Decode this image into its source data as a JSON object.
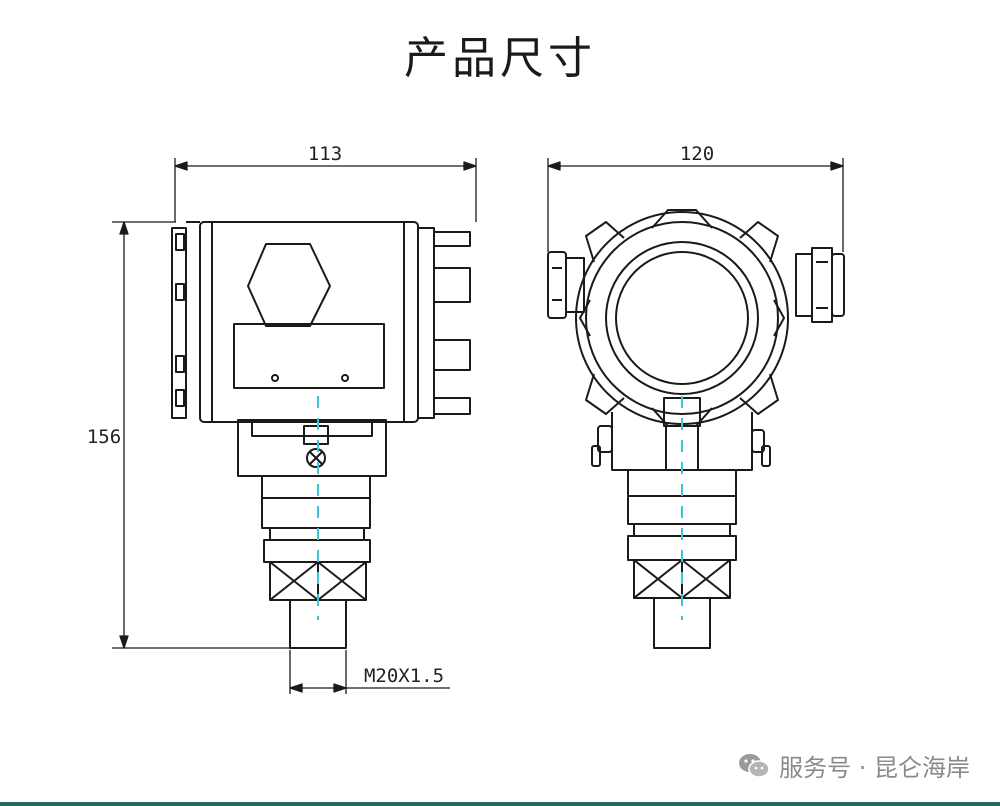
{
  "title": "产品尺寸",
  "dimensions": {
    "side_width": "113",
    "front_width": "120",
    "height": "156",
    "thread": "M20X1.5"
  },
  "watermark": {
    "icon": "wechat-icon",
    "text": "服务号 · 昆仑海岸"
  },
  "colors": {
    "line": "#1a1a1a",
    "centerline": "#3fc4d8",
    "watermark": "#8a8a8a",
    "bottom_bar": "#1e6b5a"
  }
}
